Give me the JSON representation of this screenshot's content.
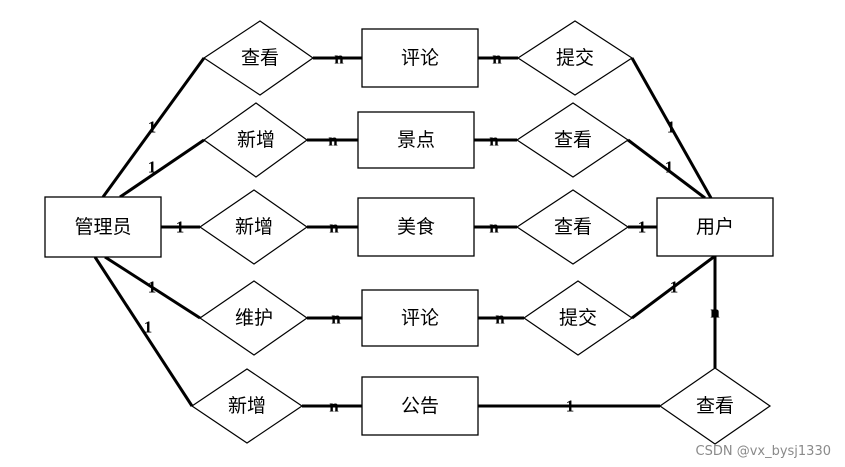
{
  "entities": {
    "admin": "管理员",
    "user": "用户",
    "review_1": "评论",
    "attraction": "景点",
    "food": "美食",
    "review_2": "评论",
    "notice": "公告"
  },
  "relationships": {
    "view_1": "查看",
    "add_1": "新增",
    "add_2": "新增",
    "maintain": "维护",
    "add_3": "新增",
    "submit_1": "提交",
    "view_2": "查看",
    "view_3": "查看",
    "submit_2": "提交",
    "view_4": "查看"
  },
  "cardinalities": {
    "admin_view_1": "1",
    "admin_add_1": "1",
    "admin_add_2": "1",
    "admin_maintain": "1",
    "admin_add_3": "1",
    "view_1_review_1": "n",
    "add_1_attraction": "n",
    "add_2_food": "n",
    "maintain_review_2": "n",
    "add_3_notice": "n",
    "review_1_submit_1": "n",
    "attraction_view_2": "n",
    "food_view_3": "n",
    "review_2_submit_2": "n",
    "notice_view_4": "1",
    "submit_1_user": "1",
    "view_2_user": "1",
    "view_3_user": "1",
    "submit_2_user": "1",
    "user_view_4": "n"
  },
  "watermark": "CSDN @vx_bysj1330"
}
